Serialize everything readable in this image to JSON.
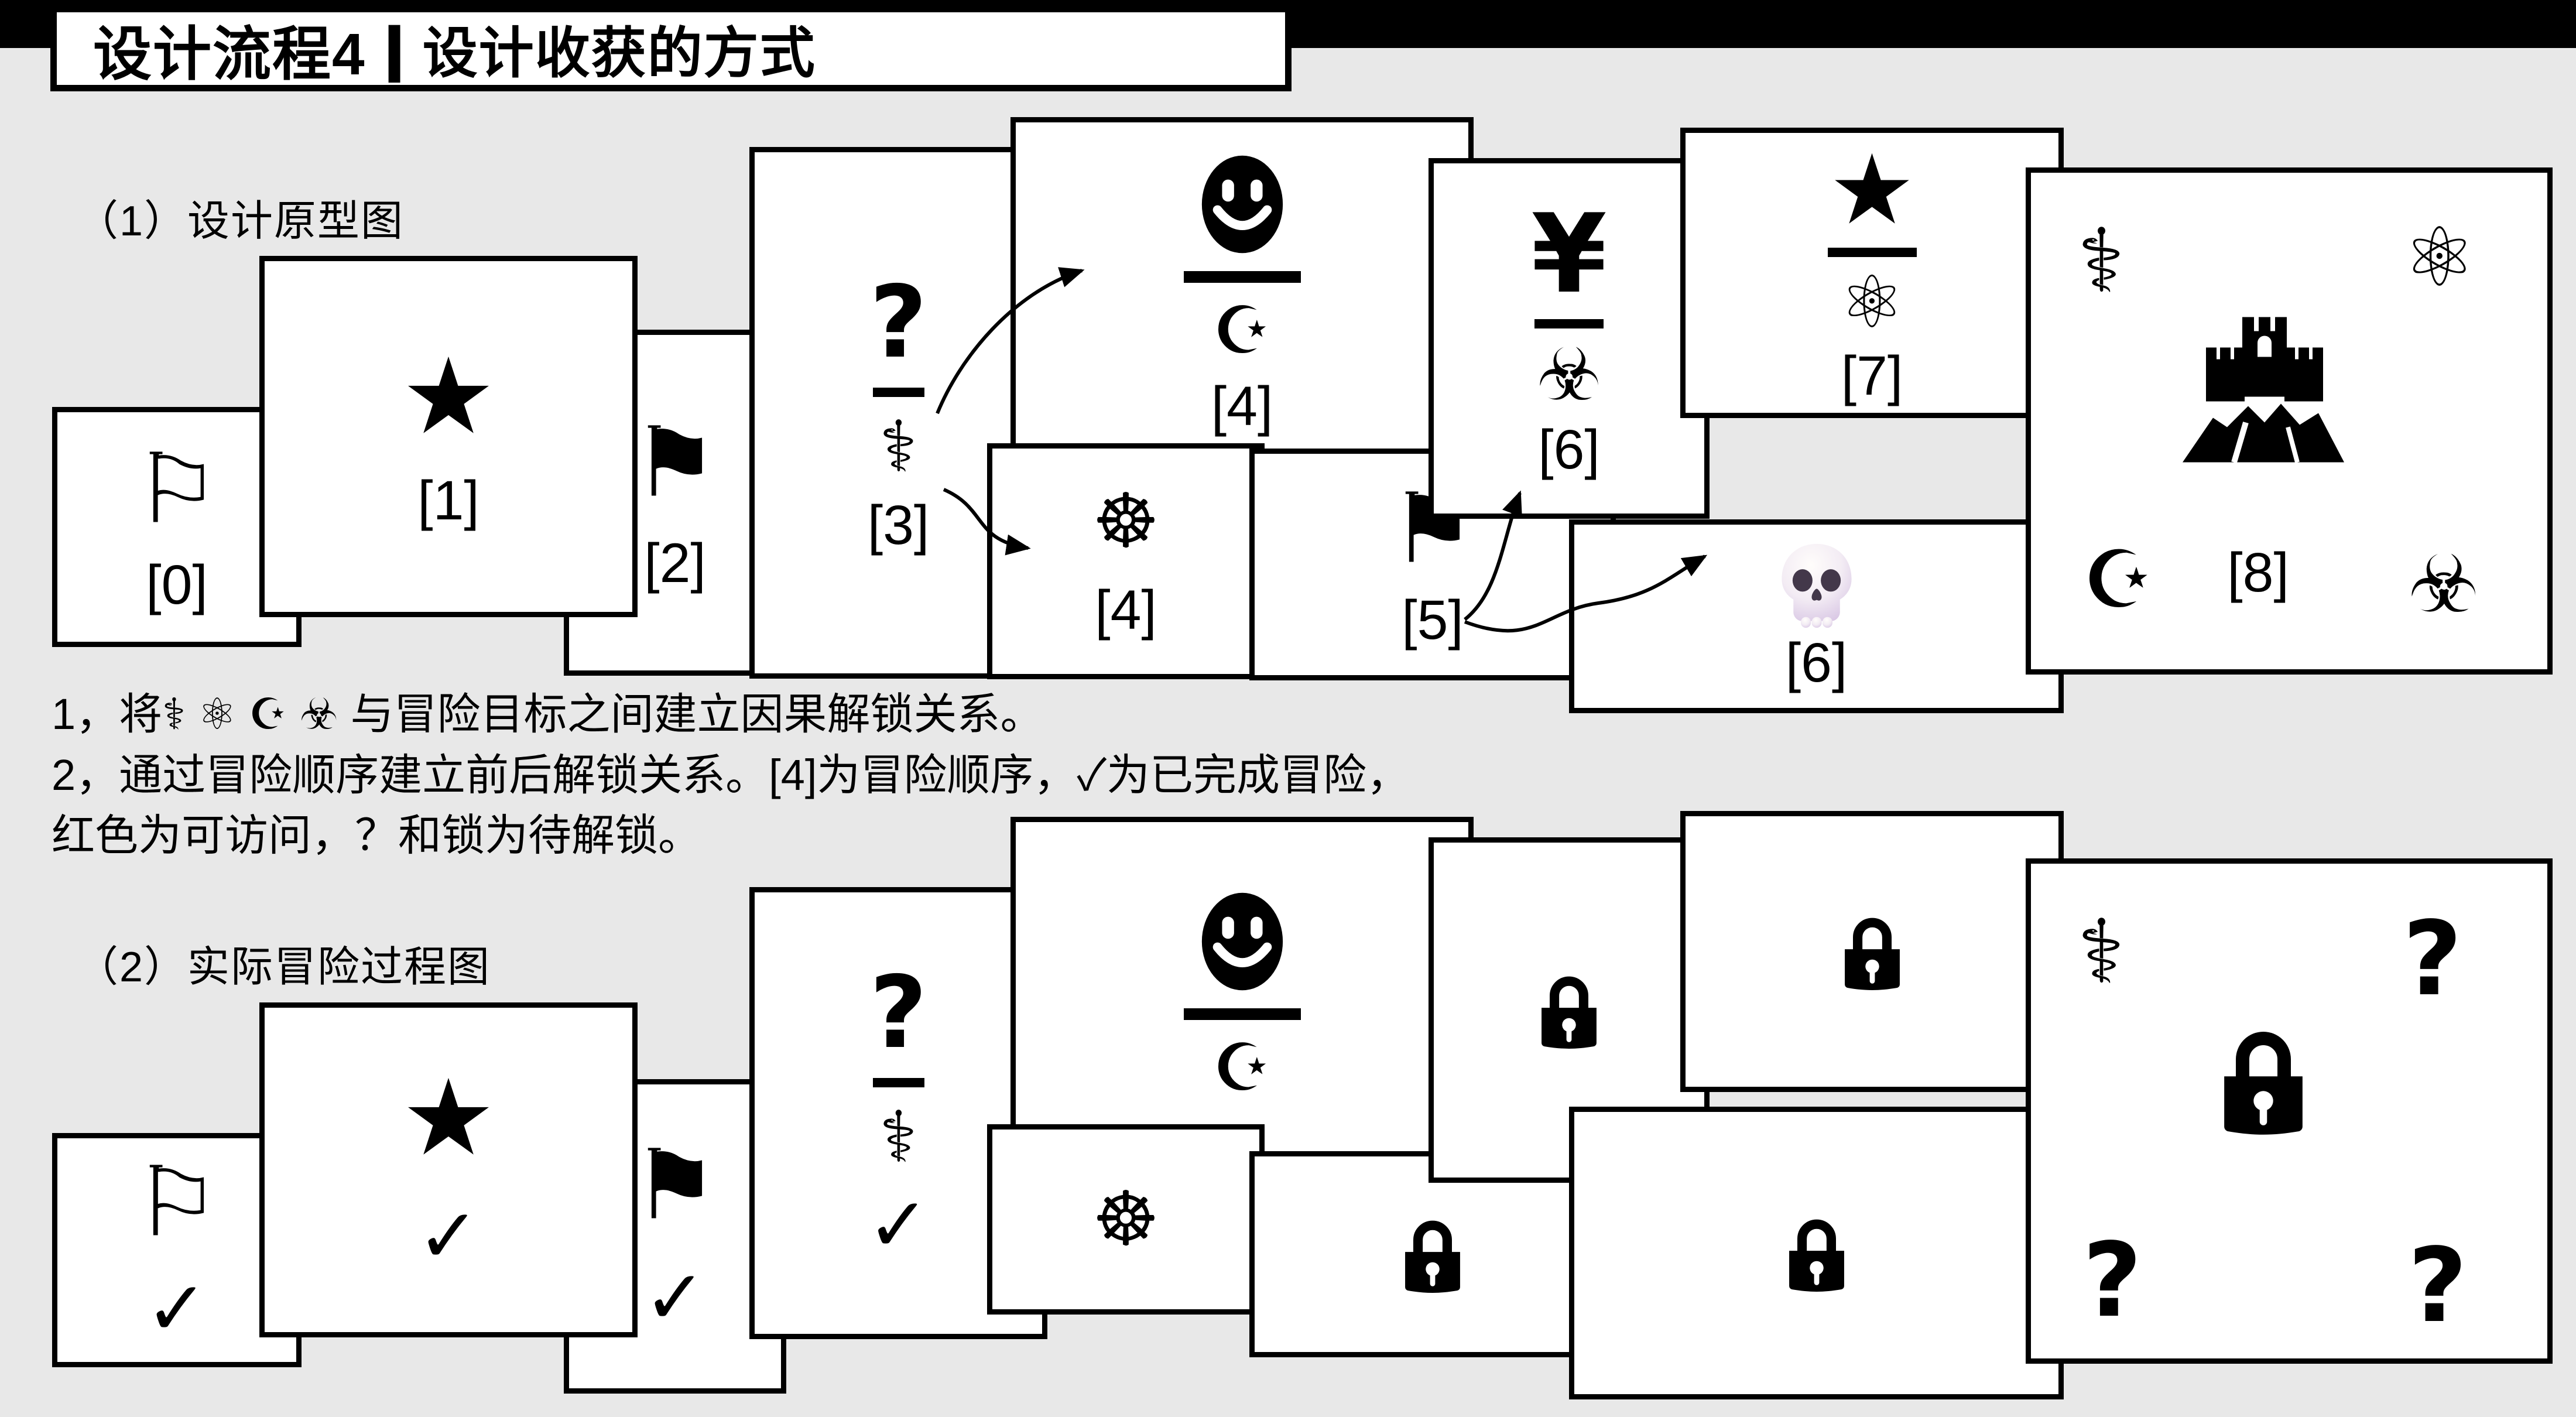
{
  "window": {
    "background": "#e8e8e8",
    "top_bar_color": "#000000",
    "card_fill": "#ffffff",
    "card_border": "#000000"
  },
  "title": {
    "bold": "设计流程4",
    "separator": "|",
    "rest": "设计收获的方式"
  },
  "sections": {
    "s1": "（1）设计原型图",
    "s2": "（2）实际冒险过程图"
  },
  "notes": {
    "line1": "1，将⚕ ⚛ ☪ ☣ 与冒险目标之间建立因果解锁关系。",
    "line2": "2，通过冒险顺序建立前后解锁关系。[4]为冒险顺序，✓为已完成冒险，",
    "line3": "红色为可访问，？和锁为待解锁。"
  },
  "glyphs": {
    "white_flag": "⚐",
    "black_flag": "⚑",
    "star": "★",
    "question": "?",
    "aesculapius": "⚕",
    "star_crescent": "☪",
    "dharma_wheel": "☸",
    "yen": "¥",
    "biohazard": "☣",
    "atom": "⚛",
    "check": "✓"
  },
  "prototype_cards": [
    {
      "id": "0",
      "label": "[0]",
      "icons": [
        "white-flag"
      ]
    },
    {
      "id": "1",
      "label": "[1]",
      "icons": [
        "star"
      ]
    },
    {
      "id": "2",
      "label": "[2]",
      "icons": [
        "black-flag"
      ]
    },
    {
      "id": "3",
      "label": "[3]",
      "icons": [
        "question",
        "aesculapius"
      ]
    },
    {
      "id": "4a",
      "label": "[4]",
      "icons": [
        "smiley",
        "star-crescent"
      ]
    },
    {
      "id": "4b",
      "label": "[4]",
      "icons": [
        "dharma-wheel"
      ]
    },
    {
      "id": "5",
      "label": "[5]",
      "icons": [
        "black-flag"
      ]
    },
    {
      "id": "6a",
      "label": "[6]",
      "icons": [
        "yen",
        "biohazard"
      ]
    },
    {
      "id": "7",
      "label": "[7]",
      "icons": [
        "star",
        "atom"
      ]
    },
    {
      "id": "6b",
      "label": "[6]",
      "icons": [
        "skull-emoji"
      ]
    },
    {
      "id": "8",
      "label": "[8]",
      "icons": [
        "aesculapius",
        "atom",
        "castle",
        "star-crescent",
        "biohazard"
      ]
    }
  ],
  "process_cards": [
    {
      "id": "0",
      "icons": [
        "white-flag"
      ],
      "state": "completed"
    },
    {
      "id": "1",
      "icons": [
        "star"
      ],
      "state": "completed"
    },
    {
      "id": "2",
      "icons": [
        "black-flag"
      ],
      "state": "completed"
    },
    {
      "id": "3",
      "icons": [
        "question",
        "aesculapius"
      ],
      "state": "completed"
    },
    {
      "id": "4a",
      "icons": [
        "smiley",
        "star-crescent"
      ],
      "state": "accessible"
    },
    {
      "id": "4b",
      "icons": [
        "dharma-wheel"
      ],
      "state": "accessible"
    },
    {
      "id": "5",
      "icons": [
        "lock"
      ],
      "state": "locked"
    },
    {
      "id": "6a",
      "icons": [
        "lock"
      ],
      "state": "locked"
    },
    {
      "id": "7",
      "icons": [
        "lock"
      ],
      "state": "locked"
    },
    {
      "id": "6b",
      "icons": [
        "lock"
      ],
      "state": "locked"
    },
    {
      "id": "8",
      "icons": [
        "aesculapius",
        "question",
        "lock",
        "question",
        "question"
      ],
      "state": "locked"
    }
  ],
  "arrows": [
    {
      "from": "card-3",
      "to": "card-4-smiley"
    },
    {
      "from": "card-3",
      "to": "card-4-wheel"
    },
    {
      "from": "card-5",
      "to": "card-6-yen"
    },
    {
      "from": "card-5",
      "to": "card-6-skull"
    }
  ]
}
